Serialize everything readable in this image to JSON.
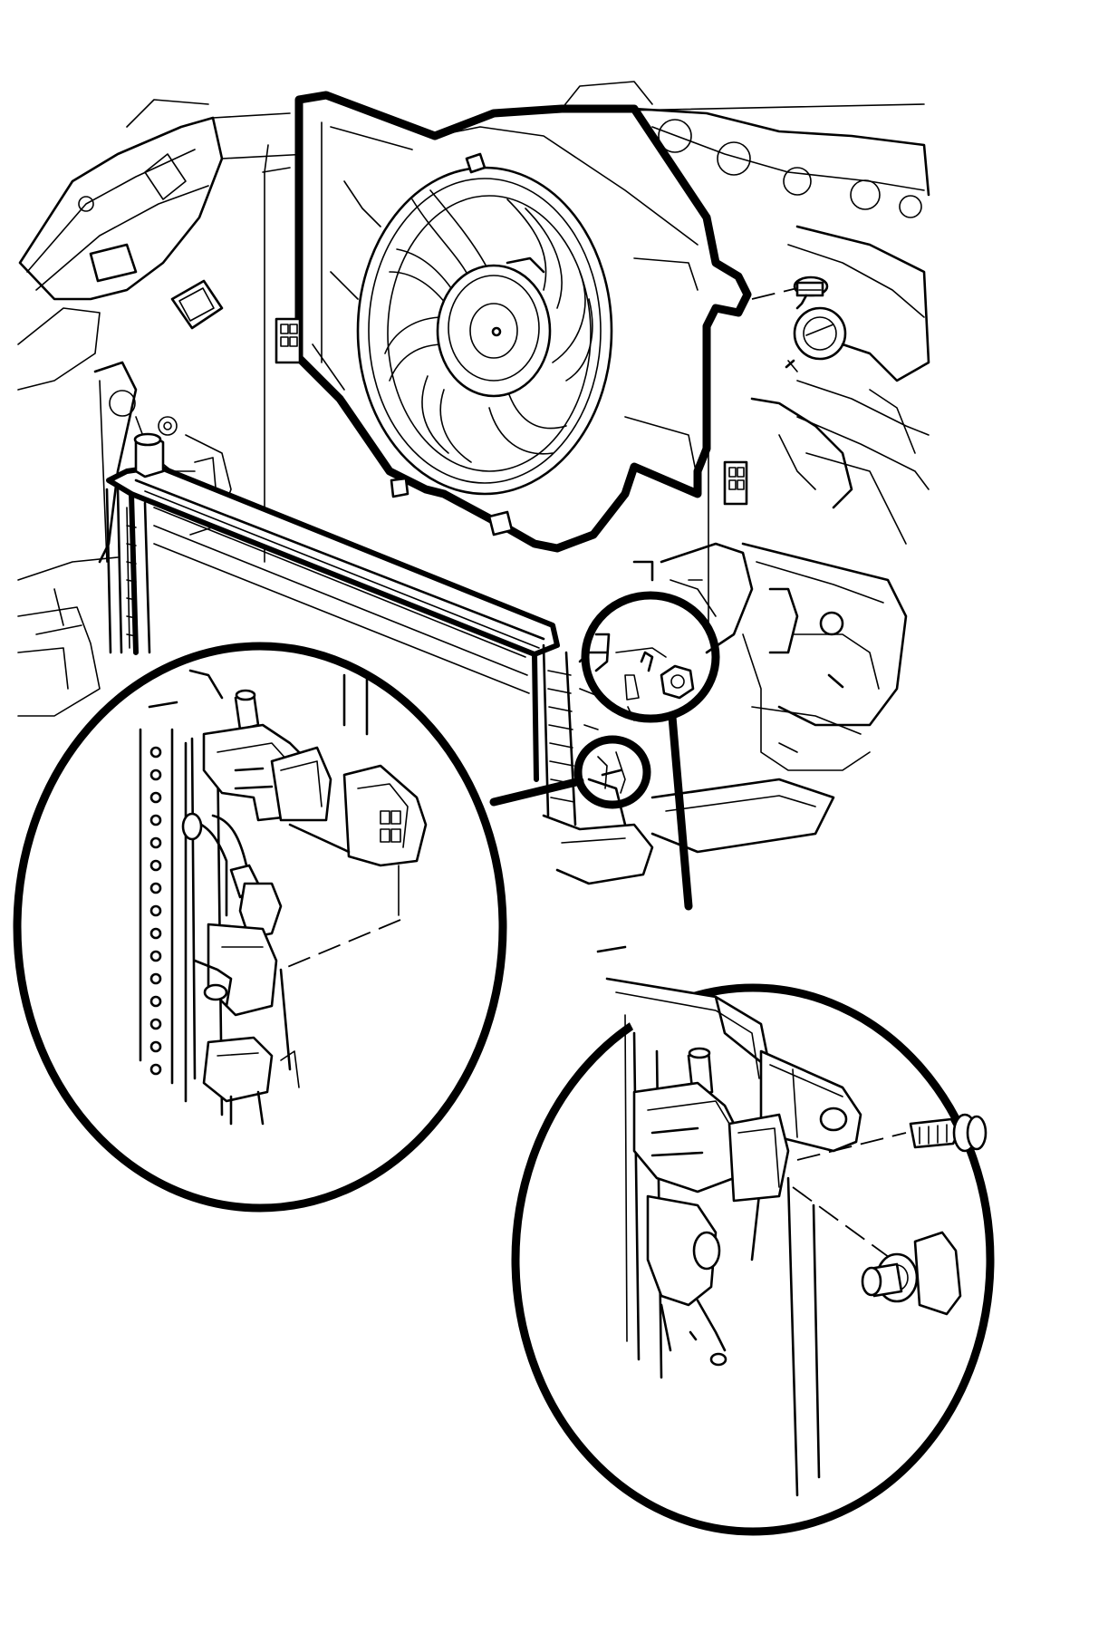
{
  "figure": {
    "background_color": "#ffffff",
    "line_color": "#000000",
    "parts": [
      "engine-compartment-background",
      "cooling-fan-shroud",
      "cooling-fan-blades",
      "radiator",
      "fan-mounting-bolt",
      "radiator-bracket-bolt",
      "radiator-clip",
      "detail-view-left",
      "detail-view-right"
    ]
  }
}
